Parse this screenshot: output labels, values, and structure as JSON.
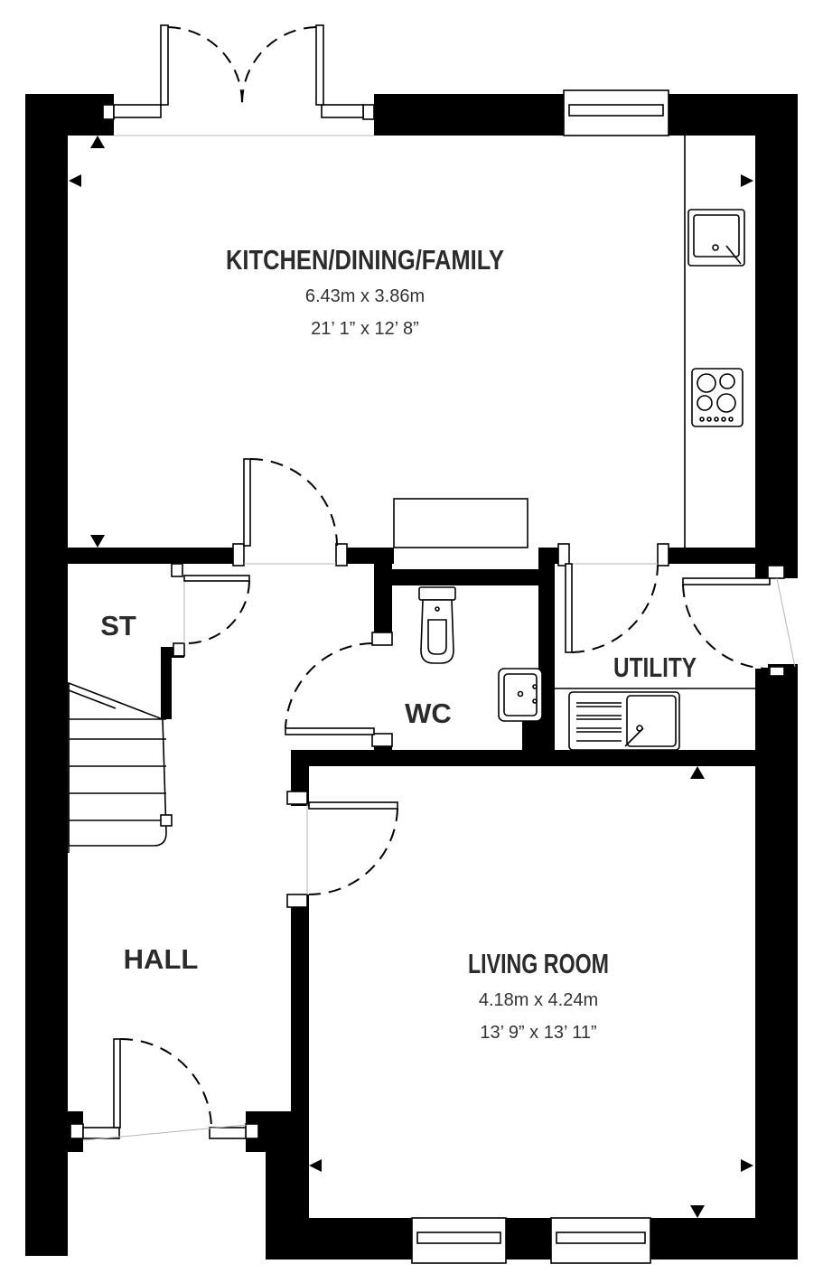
{
  "rooms": {
    "kitchen": {
      "name": "KITCHEN/DINING/FAMILY",
      "metric": "6.43m x 3.86m",
      "imperial": "21’ 1” x 12’ 8”"
    },
    "store": {
      "name": "ST"
    },
    "utility": {
      "name": "UTILITY"
    },
    "wc": {
      "name": "WC"
    },
    "hall": {
      "name": "HALL"
    },
    "living": {
      "name": "LIVING ROOM",
      "metric": "4.18m x 4.24m",
      "imperial": "13’ 9” x 13’ 11”"
    }
  },
  "colors": {
    "wall": "#000000",
    "text": "#2b2b2b",
    "background": "#ffffff"
  },
  "icons": [
    "sink-icon",
    "hob-icon",
    "toilet-icon",
    "basin-icon",
    "sink-drainer-icon",
    "staircase-icon",
    "door-swing-icon",
    "window-icon",
    "dimension-arrow-icon"
  ]
}
